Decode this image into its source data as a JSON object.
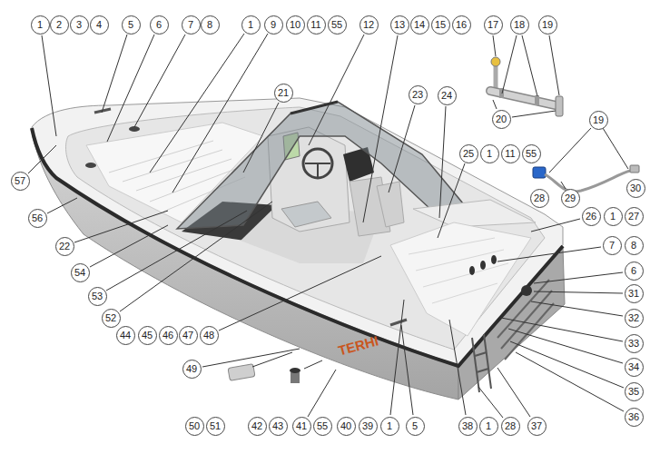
{
  "diagram": {
    "nodes": [
      {
        "text": [
          "1"
        ]
      },
      {
        "text": [
          "2"
        ]
      },
      {
        "text": [
          "3"
        ]
      },
      {
        "text": [
          "4"
        ]
      },
      {
        "text": [
          "5"
        ]
      },
      {
        "text": [
          "6"
        ]
      },
      {
        "text": [
          "7"
        ]
      },
      {
        "text": [
          "8"
        ]
      },
      {
        "text": [
          "1"
        ]
      },
      {
        "text": [
          "9"
        ]
      },
      {
        "text": [
          "10"
        ]
      },
      {
        "text": [
          "11"
        ]
      },
      {
        "text": [
          "55"
        ]
      },
      {
        "text": [
          "12"
        ]
      },
      {
        "text": [
          "13"
        ]
      },
      {
        "text": [
          "14"
        ]
      },
      {
        "text": [
          "15"
        ]
      },
      {
        "text": [
          "16"
        ]
      },
      {
        "text": [
          "17"
        ]
      },
      {
        "text": [
          "18"
        ]
      },
      {
        "text": [
          "19"
        ]
      },
      {
        "text": [
          "21"
        ]
      },
      {
        "text": [
          "23"
        ]
      },
      {
        "text": [
          "24"
        ]
      },
      {
        "text": [
          "20"
        ]
      },
      {
        "text": [
          "19"
        ]
      },
      {
        "text": [
          "25"
        ]
      },
      {
        "text": [
          "1"
        ]
      },
      {
        "text": [
          "11"
        ]
      },
      {
        "text": [
          "55"
        ]
      },
      {
        "text": [
          "57"
        ]
      },
      {
        "text": [
          "30"
        ]
      },
      {
        "text": [
          "28"
        ]
      },
      {
        "text": [
          "29"
        ]
      },
      {
        "text": [
          "56"
        ]
      },
      {
        "text": [
          "26"
        ]
      },
      {
        "text": [
          "1"
        ]
      },
      {
        "text": [
          "27"
        ]
      },
      {
        "text": [
          "22"
        ]
      },
      {
        "text": [
          "7"
        ]
      },
      {
        "text": [
          "8"
        ]
      },
      {
        "text": [
          "6"
        ]
      },
      {
        "text": [
          "54"
        ]
      },
      {
        "text": [
          "31"
        ]
      },
      {
        "text": [
          "53"
        ]
      },
      {
        "text": [
          "52"
        ]
      },
      {
        "text": [
          "32"
        ]
      },
      {
        "text": [
          "44"
        ]
      },
      {
        "text": [
          "45"
        ]
      },
      {
        "text": [
          "46"
        ]
      },
      {
        "text": [
          "47"
        ]
      },
      {
        "text": [
          "48"
        ]
      },
      {
        "text": [
          "33"
        ]
      },
      {
        "text": [
          "34"
        ]
      },
      {
        "text": [
          "49"
        ]
      },
      {
        "text": [
          "35"
        ]
      },
      {
        "text": [
          "36"
        ]
      },
      {
        "text": [
          "50"
        ]
      },
      {
        "text": [
          "51"
        ]
      },
      {
        "text": [
          "42"
        ]
      },
      {
        "text": [
          "43"
        ]
      },
      {
        "text": [
          "41"
        ]
      },
      {
        "text": [
          "55"
        ]
      },
      {
        "text": [
          "40"
        ]
      },
      {
        "text": [
          "39"
        ]
      },
      {
        "text": [
          "1"
        ]
      },
      {
        "text": [
          "5"
        ]
      },
      {
        "text": [
          "38"
        ]
      },
      {
        "text": [
          "1"
        ]
      },
      {
        "text": [
          "28"
        ]
      },
      {
        "text": [
          "37"
        ]
      }
    ],
    "labels": [
      "TERHI"
    ]
  }
}
